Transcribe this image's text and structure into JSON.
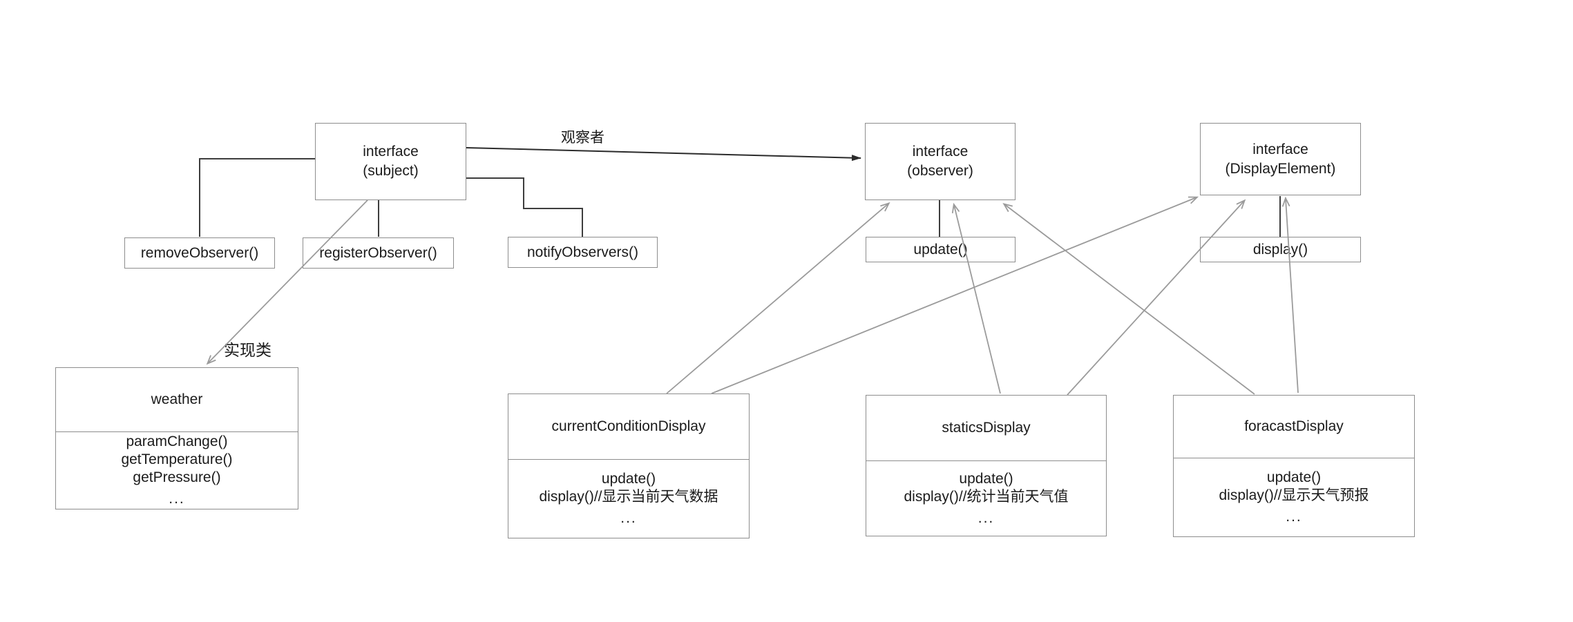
{
  "colors": {
    "background": "#ffffff",
    "box_border": "#8d8d8d",
    "dark_line": "#3d3d3d",
    "gray_line": "#9b9b9b",
    "text": "#1b1b1b"
  },
  "arrows": {
    "observer_label": "观察者",
    "implements_label": "实现类"
  },
  "boxes": {
    "subject": {
      "title": "interface\n(subject)"
    },
    "observer": {
      "title": "interface\n(observer)"
    },
    "display_element": {
      "title": "interface\n(DisplayElement)"
    },
    "remove_observer": {
      "label": "removeObserver()"
    },
    "register_observer": {
      "label": "registerObserver()"
    },
    "notify_observers": {
      "label": "notifyObservers()"
    },
    "update_method": {
      "label": "update()"
    },
    "display_method": {
      "label": "display()"
    },
    "weather": {
      "title": "weather",
      "methods": [
        "paramChange()",
        "getTemperature()",
        "getPressure()",
        "..."
      ]
    },
    "current_condition_display": {
      "title": "currentConditionDisplay",
      "methods": [
        "update()",
        "display()//显示当前天气数据",
        "..."
      ]
    },
    "statics_display": {
      "title": "staticsDisplay",
      "methods": [
        "update()",
        "display()//统计当前天气值",
        "..."
      ]
    },
    "foracast_display": {
      "title": "foracastDisplay",
      "methods": [
        "update()",
        "display()//显示天气预报",
        "..."
      ]
    }
  }
}
